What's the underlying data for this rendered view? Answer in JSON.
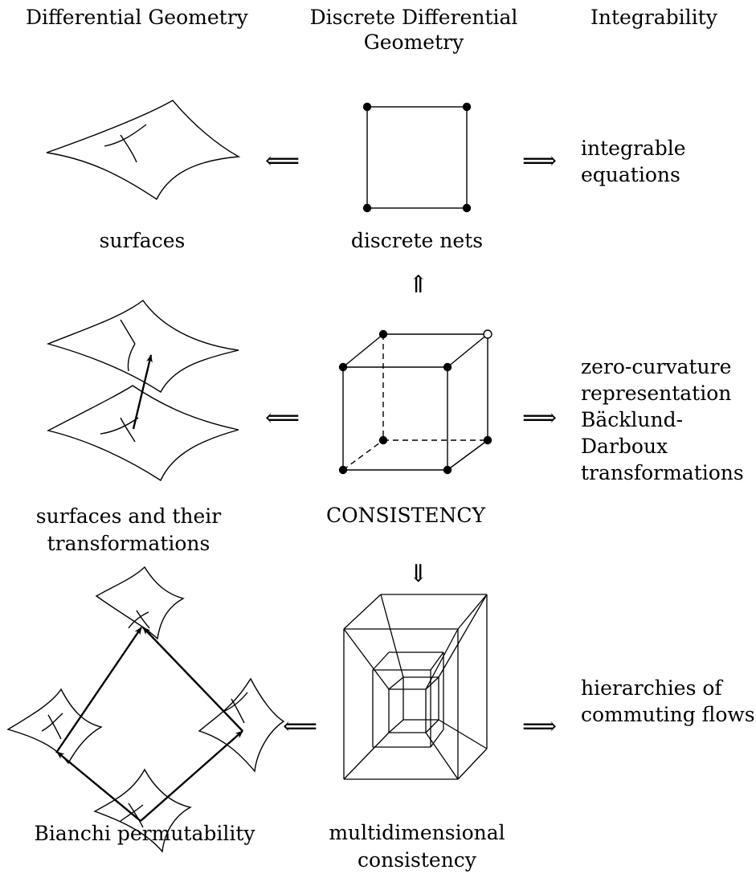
{
  "columns": {
    "left": "Differential Geometry",
    "middle": [
      "Discrete Differential",
      "Geometry"
    ],
    "right": "Integrability"
  },
  "row1": {
    "left_caption": "surfaces",
    "middle_caption": "discrete nets",
    "right_text": [
      "integrable",
      "equations"
    ]
  },
  "row2": {
    "left_caption": [
      "surfaces and their",
      "transformations"
    ],
    "middle_caption": "CONSISTENCY",
    "right_text": [
      "zero-curvature",
      "representation",
      "Bäcklund-",
      "Darboux",
      "transformations"
    ]
  },
  "row3": {
    "left_caption": "Bianchi permutability",
    "middle_caption": [
      "multidimensional",
      "consistency"
    ],
    "right_text": [
      "hierarchies of",
      "commuting flows"
    ]
  },
  "arrows": {
    "left_implies": "⟸",
    "right_implies": "⟹",
    "up": "⇑",
    "down": "⇓"
  }
}
